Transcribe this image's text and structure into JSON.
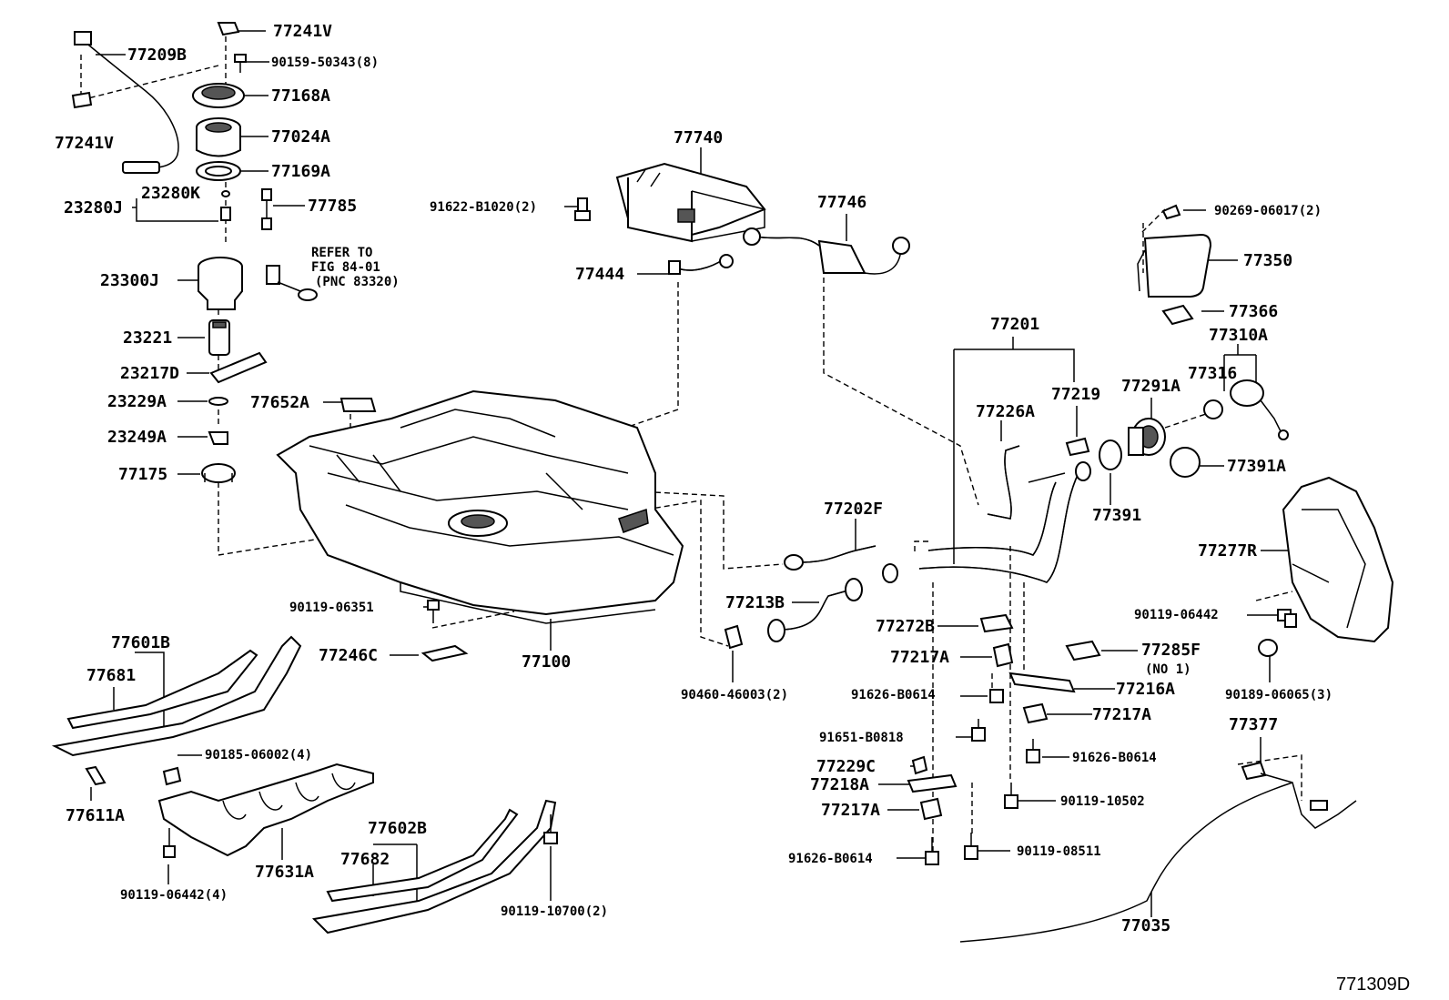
{
  "diagram_id": "771309D",
  "refer_note": [
    "REFER TO",
    "FIG 84-01",
    "(PNC 83320)"
  ],
  "parts": {
    "p77241V_top": "77241V",
    "p77209B": "77209B",
    "p90159": "90159-50343(8)",
    "p77168A": "77168A",
    "p77241V_left": "77241V",
    "p77024A": "77024A",
    "p77169A": "77169A",
    "p23280K": "23280K",
    "p23280J": "23280J",
    "p77785": "77785",
    "p23300J": "23300J",
    "p23221": "23221",
    "p23217D": "23217D",
    "p23229A": "23229A",
    "p23249A": "23249A",
    "p77175": "77175",
    "p77652A": "77652A",
    "p77740": "77740",
    "p91622": "91622-B1020(2)",
    "p77444": "77444",
    "p77746": "77746",
    "p90269": "90269-06017(2)",
    "p77350": "77350",
    "p77366": "77366",
    "p77310A": "77310A",
    "p77201": "77201",
    "p77316": "77316",
    "p77219": "77219",
    "p77291A": "77291A",
    "p77226A": "77226A",
    "p77391A": "77391A",
    "p77391": "77391",
    "p77202F": "77202F",
    "p77277R": "77277R",
    "p90119_06351": "90119-06351",
    "p77213B": "77213B",
    "p90119_06442_r": "90119-06442",
    "p77272B": "77272B",
    "p77246C": "77246C",
    "p77100": "77100",
    "p77601B": "77601B",
    "p77681": "77681",
    "p77217A_1": "77217A",
    "p77285F": "77285F",
    "p77285F_no": "(NO 1)",
    "p77216A": "77216A",
    "p90460": "90460-46003(2)",
    "p91626_1": "91626-B0614",
    "p90189": "90189-06065(3)",
    "p77217A_2": "77217A",
    "p77377": "77377",
    "p91651": "91651-B0818",
    "p90185": "90185-06002(4)",
    "p91626_2": "91626-B0614",
    "p77229C": "77229C",
    "p77218A": "77218A",
    "p77611A": "77611A",
    "p90119_10502": "90119-10502",
    "p77217A_3": "77217A",
    "p77602B": "77602B",
    "p77631A": "77631A",
    "p77682": "77682",
    "p91626_3": "91626-B0614",
    "p90119_08511": "90119-08511",
    "p90119_06442_4": "90119-06442(4)",
    "p90119_10700": "90119-10700(2)",
    "p77035": "77035"
  }
}
